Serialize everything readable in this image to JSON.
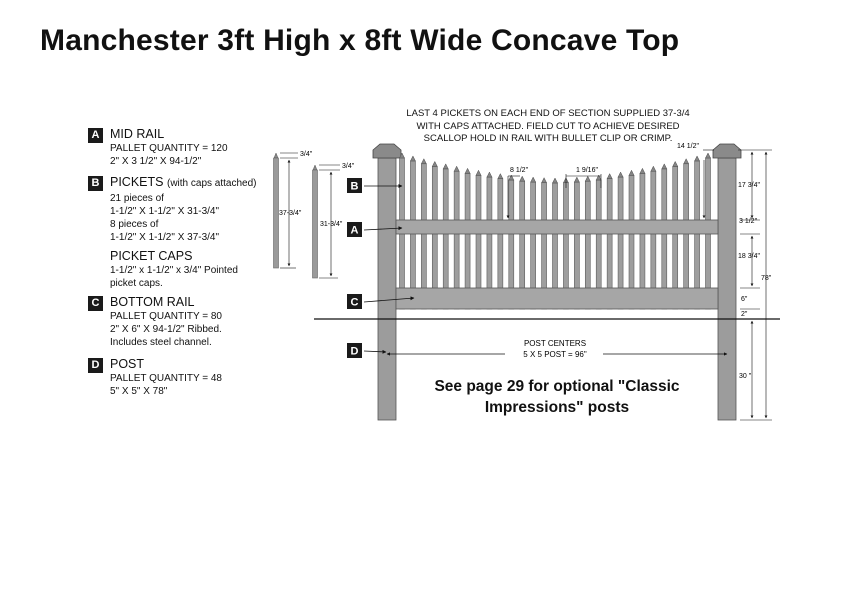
{
  "title": "Manchester 3ft High x 8ft Wide Concave Top",
  "parts": [
    {
      "letter": "A",
      "name": "MID RAIL",
      "note": "",
      "lines": [
        "PALLET QUANTITY = 120",
        "2\" X 3 1/2\" X 94-1/2\""
      ]
    },
    {
      "letter": "B",
      "name": "PICKETS",
      "note": "(with caps attached)",
      "lines": [
        "21 pieces of",
        "1-1/2\" X 1-1/2\" X 31-3/4\"",
        "8 pieces of",
        "1-1/2\" X 1-1/2\" X 37-3/4\""
      ]
    },
    {
      "letter": "",
      "name": "PICKET CAPS",
      "note": "",
      "lines": [
        "1-1/2\" x 1-1/2\" x 3/4\" Pointed",
        "picket caps."
      ]
    },
    {
      "letter": "C",
      "name": "BOTTOM RAIL",
      "note": "",
      "lines": [
        "PALLET QUANTITY = 80",
        "2\" X 6\" X 94-1/2\" Ribbed.",
        "Includes steel channel."
      ]
    },
    {
      "letter": "D",
      "name": "POST",
      "note": "",
      "lines": [
        "PALLET QUANTITY = 48",
        "5\" X 5\" X 78\""
      ]
    }
  ],
  "top_note": [
    "LAST 4 PICKETS ON EACH END OF SECTION SUPPLIED 37-3/4",
    "WITH CAPS ATTACHED. FIELD CUT TO ACHIEVE DESIRED",
    "SCALLOP HOLD IN RAIL WITH BULLET CLIP OR CRIMP."
  ],
  "see_note": [
    "See page 29 for optional \"Classic",
    "Impressions\" posts"
  ],
  "callouts": [
    "A",
    "B",
    "C",
    "D"
  ],
  "dimensions": {
    "cap_a": "3/4\"",
    "picket_a": "37-3/4\"",
    "cap_b": "3/4\"",
    "picket_b": "31-3/4\"",
    "spacing": "8 1/2\"",
    "gap": "1 9/16\"",
    "end_height": "14 1/2\"",
    "top": "17 3/4\"",
    "mid_rail": "3 1/2\"",
    "mid": "18 3/4\"",
    "bottom_rail": "6\"",
    "ground_gap": "2\"",
    "overall": "78\"",
    "below_grade": "30 \"",
    "post_centers_1": "POST CENTERS",
    "post_centers_2": "5 X 5 POST =  96\""
  }
}
